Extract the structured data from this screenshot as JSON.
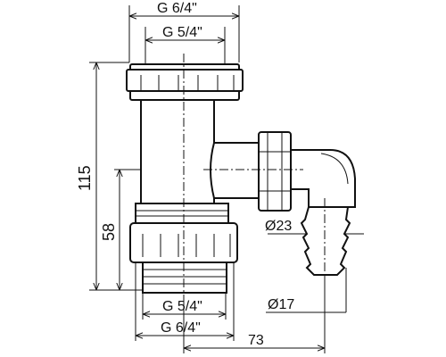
{
  "diagram": {
    "dimensions": {
      "top_outer_thread": "G 6/4\"",
      "top_inner_thread": "G 5/4\"",
      "bottom_inner_thread": "G 5/4\"",
      "bottom_outer_thread": "G 6/4\"",
      "overall_height": "115",
      "branch_height": "58",
      "hose_outer_diameter": "Ø23",
      "hose_inner_diameter": "Ø17",
      "branch_offset": "73"
    }
  }
}
